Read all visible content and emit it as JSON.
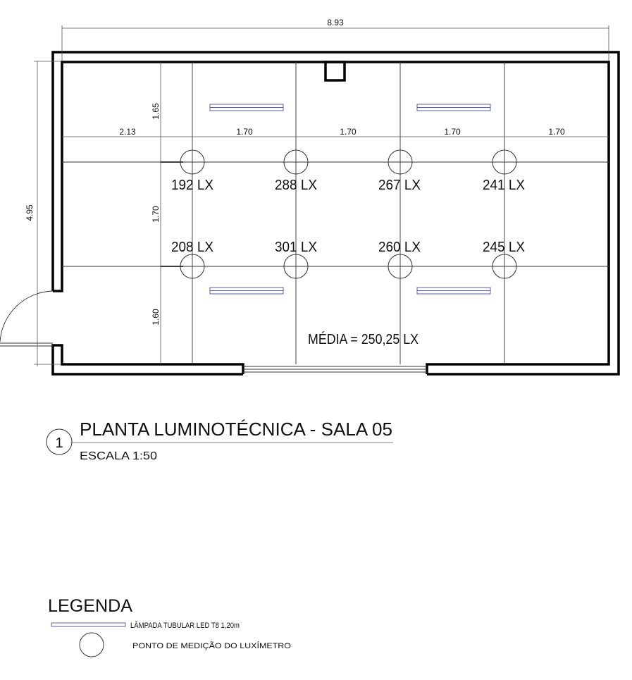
{
  "plan": {
    "dimensions": {
      "total_width": "8.93",
      "total_height": "4.95",
      "offset_left": "2.13",
      "spacing_x": [
        "1.70",
        "1.70",
        "1.70",
        "1.70"
      ],
      "offset_top": "1.65",
      "spacing_y": "1.70",
      "offset_bottom": "1.60"
    },
    "measurements": {
      "row1": [
        "192 LX",
        "288 LX",
        "267 LX",
        "241 LX"
      ],
      "row2": [
        "208 LX",
        "301 LX",
        "260 LX",
        "245 LX"
      ]
    },
    "average": "MÉDIA = 250,25 LX",
    "colors": {
      "lamp": "#5a5f9e",
      "wall": "#000000"
    }
  },
  "title": {
    "number": "1",
    "name": "PLANTA LUMINOTÉCNICA - SALA 05",
    "scale": "ESCALA 1:50"
  },
  "legend": {
    "heading": "LEGENDA",
    "items": [
      {
        "icon": "lamp-icon",
        "label": "LÂMPADA TUBULAR LED T8 1,20m"
      },
      {
        "icon": "circle-icon",
        "label": "PONTO DE MEDIÇÃO DO LUXÍMETRO"
      }
    ]
  }
}
